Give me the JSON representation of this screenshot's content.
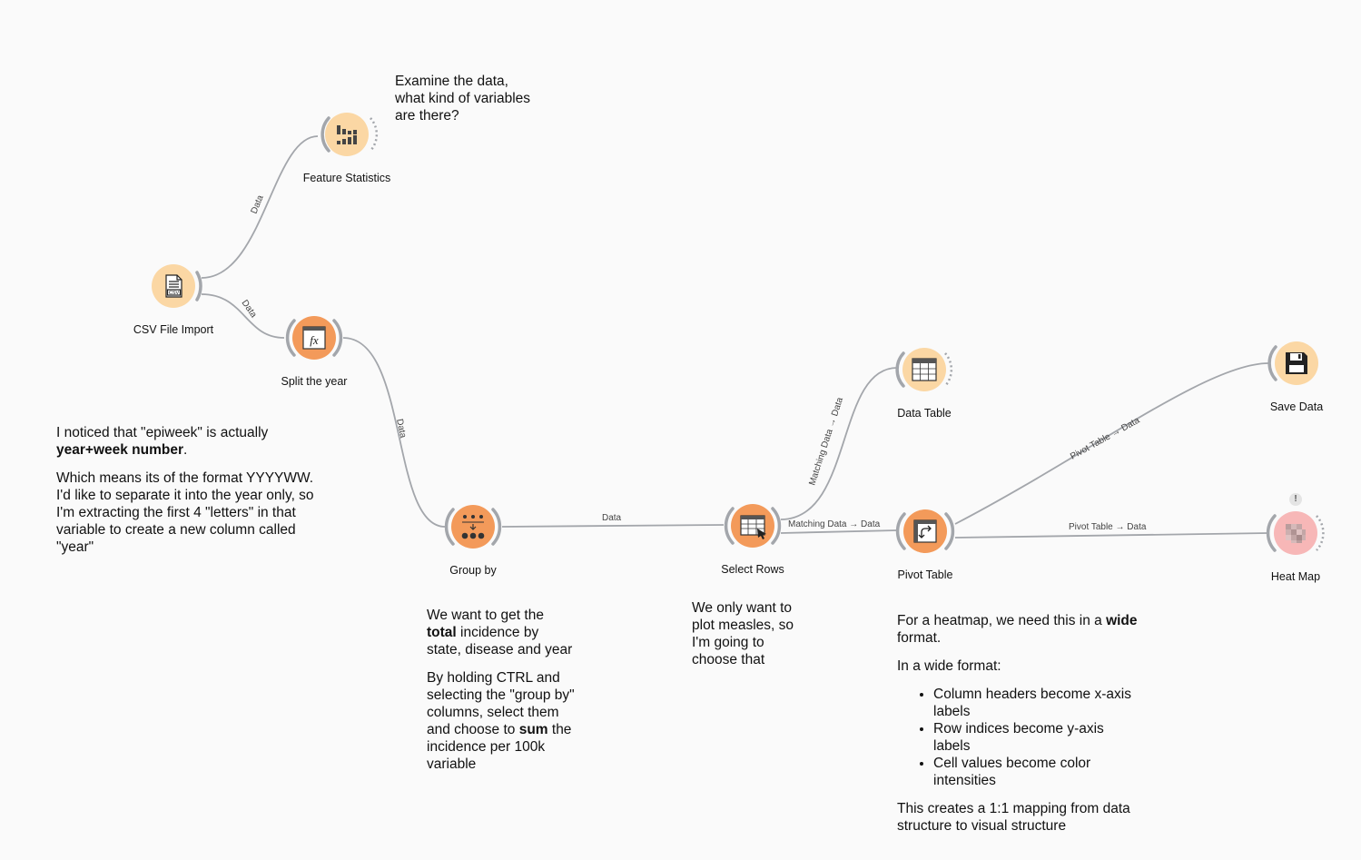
{
  "widgets": {
    "csv_import": {
      "label": "CSV File Import",
      "icon": "csv-file-icon"
    },
    "feature_statistics": {
      "label": "Feature Statistics",
      "icon": "bar-chart-icon"
    },
    "split_year": {
      "label": "Split the year",
      "icon": "formula-icon"
    },
    "group_by": {
      "label": "Group by",
      "icon": "group-dots-icon"
    },
    "select_rows": {
      "label": "Select Rows",
      "icon": "select-rows-icon"
    },
    "data_table": {
      "label": "Data Table",
      "icon": "table-icon"
    },
    "pivot_table": {
      "label": "Pivot Table",
      "icon": "pivot-icon"
    },
    "save_data": {
      "label": "Save Data",
      "icon": "floppy-disk-icon"
    },
    "heat_map": {
      "label": "Heat Map",
      "icon": "heatmap-icon",
      "warning": "!"
    }
  },
  "links": {
    "csv_to_stats": "Data",
    "csv_to_split": "Data",
    "split_to_group": "Data",
    "group_to_select": "Data",
    "select_to_table": "Matching Data → Data",
    "select_to_pivot": "Matching Data → Data",
    "pivot_to_save": "Pivot Table → Data",
    "pivot_to_heatmap": "Pivot Table → Data"
  },
  "notes": {
    "examine": "Examine the data, what kind of variables are there?",
    "epiweek_p1_pre": "I noticed that \"epiweek\" is actually ",
    "epiweek_p1_bold": "year+week number",
    "epiweek_p1_post": ".",
    "epiweek_p2": "Which means its of the format YYYYWW. I'd like to separate it into the year only, so I'm extracting the first 4 \"letters\" in that variable to create a new column called \"year\"",
    "groupby_p1_pre": "We want to get the ",
    "groupby_p1_bold": "total",
    "groupby_p1_post": " incidence by state, disease and year",
    "groupby_p2_pre": "By holding CTRL and selecting the \"group by\" columns, select them and choose to ",
    "groupby_p2_bold": "sum",
    "groupby_p2_post": " the incidence per 100k variable",
    "select": "We only want to plot measles, so I'm going to choose that",
    "heatmap_p1_pre": "For a heatmap, we need this in a ",
    "heatmap_p1_bold": "wide",
    "heatmap_p1_post": " format.",
    "heatmap_p2": "In a wide format:",
    "heatmap_bullets": [
      "Column headers become x-axis labels",
      "Row indices become y-axis labels",
      "Cell values become color intensities"
    ],
    "heatmap_p3": "This creates a 1:1 mapping from data structure to visual structure"
  },
  "colors": {
    "link": "#a3a6ab",
    "node_light": "#fbd7a4",
    "node_dark": "#f39a5a",
    "heatmap_node": "#f7b7b7",
    "arc": "#a3a6ab"
  }
}
